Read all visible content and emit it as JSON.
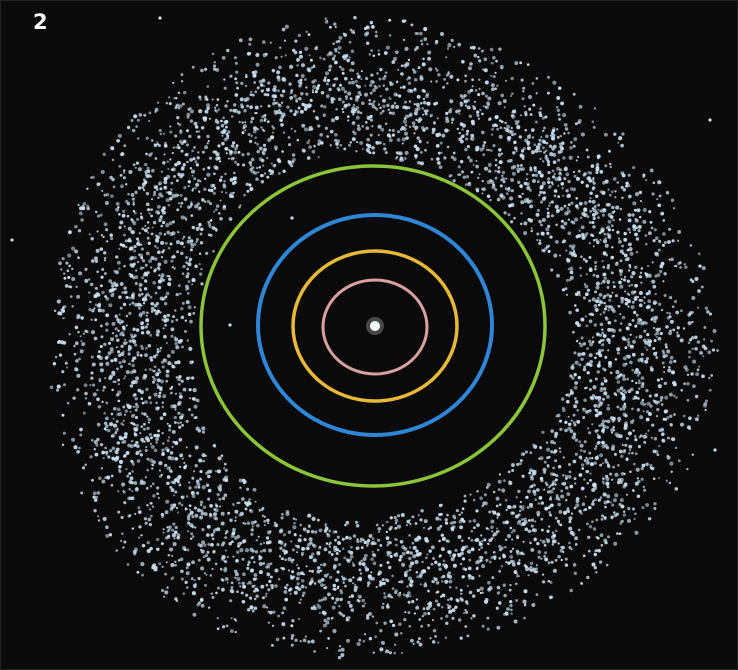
{
  "panel": {
    "label": "2"
  },
  "colors": {
    "background": "#0a0a0a",
    "particles": "#c9dff0",
    "sun": "#f5fffa",
    "orbits": [
      "#d9a0a0",
      "#e8b838",
      "#2f86d6",
      "#8cc43a"
    ]
  },
  "diagram": {
    "elements": [
      {
        "name": "sun",
        "color": "#f5fffa"
      },
      {
        "name": "orbit-1",
        "color": "#d9a0a0"
      },
      {
        "name": "orbit-2",
        "color": "#e8b838"
      },
      {
        "name": "orbit-3",
        "color": "#2f86d6"
      },
      {
        "name": "orbit-4",
        "color": "#8cc43a"
      },
      {
        "name": "debris-disk",
        "color": "#c9dff0"
      }
    ]
  }
}
